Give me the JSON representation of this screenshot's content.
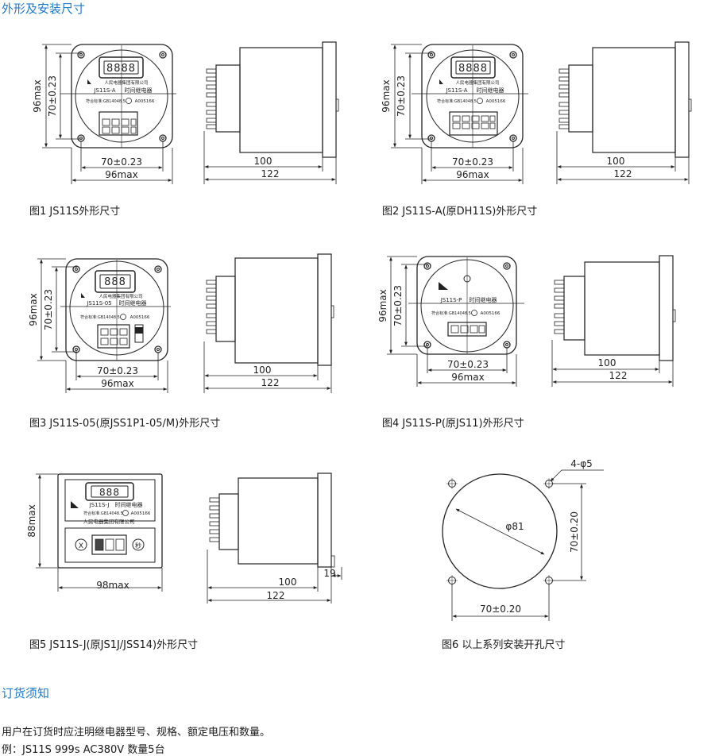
{
  "section_titles": {
    "dimensions": "外形及安装尺寸",
    "ordering": "订货须知"
  },
  "figures": {
    "fig1": {
      "caption": "图1  JS11S外形尺寸",
      "front": {
        "model": "JS11S-A",
        "type_word": "时间继电器",
        "company": "人民电器集团有限公司",
        "standard": "符合标准:GB14048.5",
        "cert": "A005166",
        "display": "8888"
      },
      "dims": {
        "height_outer": "96max",
        "height_inner": "70±0.23",
        "width_inner": "70±0.23",
        "width_outer": "96max",
        "depth_body": "100",
        "depth_total": "122"
      }
    },
    "fig2": {
      "caption": "图2  JS11S-A(原DH11S)外形尺寸",
      "front": {
        "model": "JS11S-A",
        "type_word": "时间继电器",
        "company": "人民电器集团有限公司",
        "standard": "符合标准:GB14048.5",
        "cert": "A005166",
        "display": "8888"
      },
      "dims": {
        "height_outer": "96max",
        "height_inner": "70±0.23",
        "width_inner": "70±0.23",
        "width_outer": "96max",
        "depth_body": "100",
        "depth_total": "122"
      }
    },
    "fig3": {
      "caption": "图3  JS11S-05(原JSS1P1-05/M)外形尺寸",
      "front": {
        "model": "JS11S-05",
        "type_word": "时间继电器",
        "company": "人民电器集团有限公司",
        "standard": "符合标准:GB14048.5",
        "cert": "A005166",
        "display": "888"
      },
      "dims": {
        "height_outer": "96max",
        "height_inner": "70±0.23",
        "width_inner": "70±0.23",
        "width_outer": "96max",
        "depth_body": "100",
        "depth_total": "122"
      }
    },
    "fig4": {
      "caption": "图4  JS11S-P(原JS11)外形尺寸",
      "front": {
        "model": "JS11S-P",
        "type_word": "时间继电器",
        "standard": "符合标准:GB14048.5",
        "cert": "A005166"
      },
      "dims": {
        "height_outer": "96max",
        "height_inner": "70±0.23",
        "width_inner": "70±0.23",
        "width_outer": "96max",
        "depth_body": "100",
        "depth_total": "122"
      }
    },
    "fig5": {
      "caption": "图5  JS11S-J(原JS1J/JSS14)外形尺寸",
      "front": {
        "model": "JS11S-J",
        "type_word": "时间继电器",
        "company": "人民电器集团有限公司",
        "standard": "符合标准:GB14048.5",
        "cert": "A005166",
        "display": "888",
        "left_knob": "X",
        "right_knob": "秒"
      },
      "dims": {
        "height_outer": "88max",
        "width_outer": "98max",
        "depth_body": "100",
        "depth_total": "122",
        "terminal": "19"
      }
    },
    "fig6": {
      "caption": "图6  以上系列安装开孔尺寸",
      "dims": {
        "holes": "4-φ5",
        "diameter": "φ81",
        "spacing_v": "70±0.20",
        "spacing_h": "70±0.20"
      }
    }
  },
  "ordering": {
    "instruction": "用户在订货时应注明继电器型号、规格、额定电压和数量。",
    "example": "例：JS11S  999s  AC380V  数量5台"
  },
  "colors": {
    "accent": "#1f78c8",
    "line": "#222222"
  }
}
